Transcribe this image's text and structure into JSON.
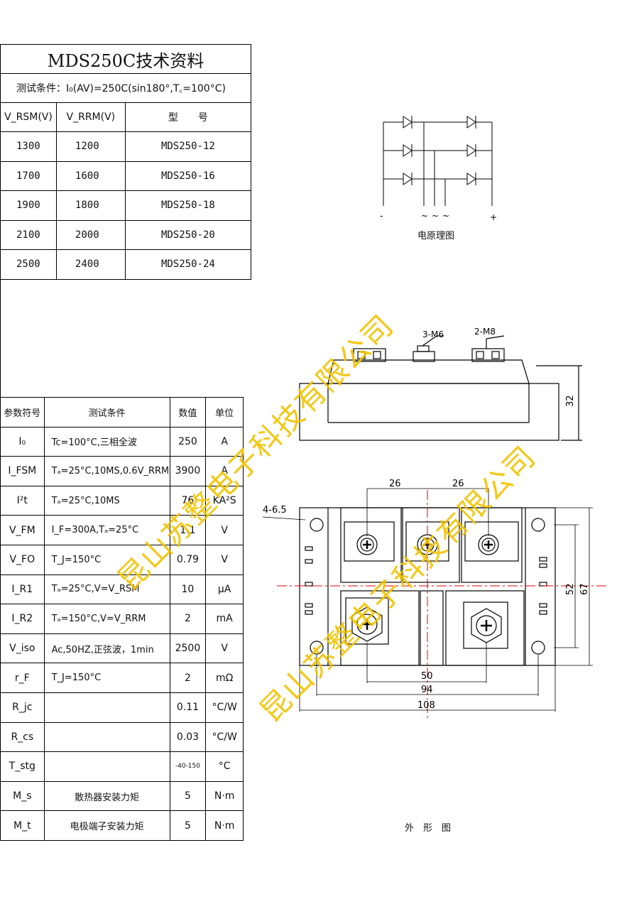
{
  "title": "MDS250C技术资料",
  "test_condition": "测试条件：I₀(AV)=250C(sin180°,T꜀=100°C)",
  "rating_table": {
    "headers": [
      "V_RSM(V)",
      "V_RRM(V)",
      "型　　号"
    ],
    "rows": [
      [
        "1300",
        "1200",
        "MDS250-12"
      ],
      [
        "1700",
        "1600",
        "MDS250-16"
      ],
      [
        "1900",
        "1800",
        "MDS250-18"
      ],
      [
        "2100",
        "2000",
        "MDS250-20"
      ],
      [
        "2500",
        "2400",
        "MDS250-24"
      ]
    ]
  },
  "param_table": {
    "headers": [
      "参数符号",
      "测试条件",
      "数值",
      "单位"
    ],
    "rows": [
      [
        "I₀",
        "Tc=100°C,三相全波",
        "250",
        "A"
      ],
      [
        "I_FSM",
        "Tₐ=25°C,10MS,0.6V_RRM",
        "3900",
        "A"
      ],
      [
        "I²t",
        "Tₐ=25°C,10MS",
        "76",
        "KA²S"
      ],
      [
        "V_FM",
        "I_F=300A,Tₐ=25°C",
        "1.1",
        "V"
      ],
      [
        "V_FO",
        "T_J=150°C",
        "0.79",
        "V"
      ],
      [
        "I_R1",
        "Tₐ=25°C,V=V_RSM",
        "10",
        "μA"
      ],
      [
        "I_R2",
        "Tₐ=150°C,V=V_RRM",
        "2",
        "mA"
      ],
      [
        "V_iso",
        "Ac,50HZ,正弦波，1min",
        "2500",
        "V"
      ],
      [
        "r_F",
        "T_J=150°C",
        "2",
        "mΩ"
      ],
      [
        "R_jc",
        "",
        "0.11",
        "°C/W"
      ],
      [
        "R_cs",
        "",
        "0.03",
        "°C/W"
      ],
      [
        "T_stg",
        "",
        "-40-150",
        "°C"
      ],
      [
        "M_s",
        "散热器安装力矩",
        "5",
        "N·m"
      ],
      [
        "M_t",
        "电极端子安装力矩",
        "5",
        "N·m"
      ]
    ]
  },
  "circuit": {
    "caption": "电原理图",
    "terminal_minus": "-",
    "terminal_plus": "+",
    "terminal_ac": [
      "~",
      "~",
      "~"
    ]
  },
  "outline": {
    "caption": "外　形　图",
    "label_m6": "3-M6",
    "label_m8": "2-M8",
    "label_holes": "4-6.5",
    "dims": {
      "height_side": "32",
      "spacing_1": "26",
      "spacing_2": "26",
      "vertical_inner": "52",
      "vertical_outer": "67",
      "width_inner": "50",
      "width_mid": "94",
      "width_outer": "108"
    }
  },
  "watermark": "昆山苏整电子科技有限公司",
  "colors": {
    "watermark": "#f2c300",
    "centerline": "#e60000",
    "line": "#000000"
  }
}
